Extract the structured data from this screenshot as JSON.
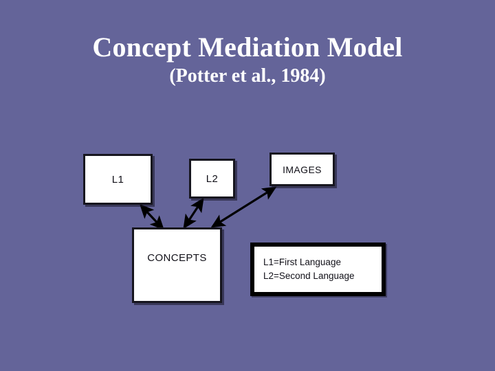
{
  "slide": {
    "background_color": "#646499",
    "title": "Concept Mediation Model",
    "subtitle": "(Potter et al., 1984)",
    "title_color": "#ffffff"
  },
  "diagram": {
    "type": "node-link-diagram",
    "node_fill_color": "#ffffff",
    "node_border_color": "#17161f",
    "arrow_color": "#000000",
    "nodes": [
      {
        "id": "l1",
        "label": "L1"
      },
      {
        "id": "l2",
        "label": "L2"
      },
      {
        "id": "images",
        "label": "IMAGES"
      },
      {
        "id": "concepts",
        "label": "CONCEPTS"
      }
    ],
    "edges": [
      {
        "from": "l1",
        "to": "concepts",
        "direction": "bidirectional"
      },
      {
        "from": "l2",
        "to": "concepts",
        "direction": "bidirectional"
      },
      {
        "from": "images",
        "to": "concepts",
        "direction": "bidirectional"
      }
    ]
  },
  "legend": {
    "lines": [
      "L1=First Language",
      "L2=Second Language"
    ]
  }
}
